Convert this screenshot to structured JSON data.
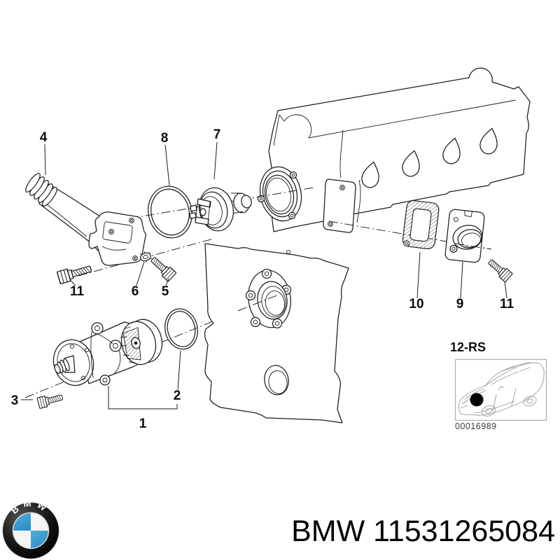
{
  "colors": {
    "line": "#1c1c1c",
    "logo_blue": "#2e8fc6",
    "sketch_gray": "#9a9a9a",
    "box_border": "#adadad"
  },
  "diagram": {
    "callouts": {
      "part1": "1",
      "part2": "2",
      "part3": "3",
      "part4": "4",
      "part5": "5",
      "part6": "6",
      "part7": "7",
      "part8": "8",
      "part9": "9",
      "part10": "10",
      "part11_left": "11",
      "part11_right": "11"
    },
    "variant_box": {
      "code": "12-RS",
      "image_number": "00016989"
    }
  },
  "footer": {
    "logo_letters": "BMW",
    "part_label": "BMW 11531265084"
  }
}
